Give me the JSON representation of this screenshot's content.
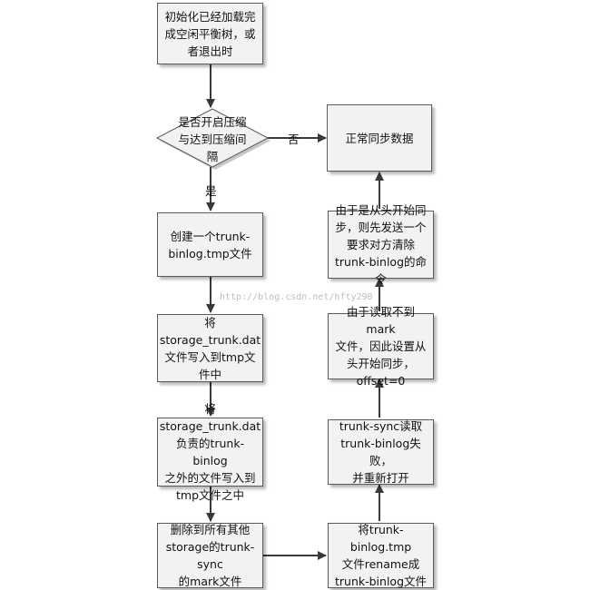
{
  "nodes": {
    "init": [
      "初始化已经加载完",
      "成空闲平衡树，或",
      "者退出时"
    ],
    "decision": [
      "是否开启压缩",
      "与达到压缩间",
      "隔"
    ],
    "normal_sync": [
      "正常同步数据"
    ],
    "create_tmp": [
      "创建一个trunk-",
      "binlog.tmp文件"
    ],
    "write_dat": [
      "将storage_trunk.dat",
      "文件写入到tmp文",
      "件中"
    ],
    "write_other": [
      "将storage_trunk.dat",
      "负责的trunk-binlog",
      "之外的文件写入到",
      "tmp文件之中"
    ],
    "delete_mark": [
      "删除到所有其他",
      "storage的trunk-sync",
      "的mark文件"
    ],
    "rename": [
      "将trunk-binlog.tmp",
      "文件rename成",
      "trunk-binlog文件"
    ],
    "read_fail": [
      "trunk-sync读取",
      "trunk-binlog失败，",
      "并重新打开"
    ],
    "reset_offset": [
      "由于读取不到mark",
      "文件，因此设置从",
      "头开始同步，",
      "offset=0"
    ],
    "send_clear": [
      "由于是从头开始同",
      "步，则先发送一个",
      "要求对方清除",
      "trunk-binlog的命令"
    ]
  },
  "labels": {
    "no": "否",
    "yes": "是"
  },
  "watermark": "http://blog.csdn.net/hfty290",
  "colors": {
    "box_fill": "#f2f2f2",
    "box_border": "#5a5a5a",
    "arrow": "#3a3a3a"
  }
}
